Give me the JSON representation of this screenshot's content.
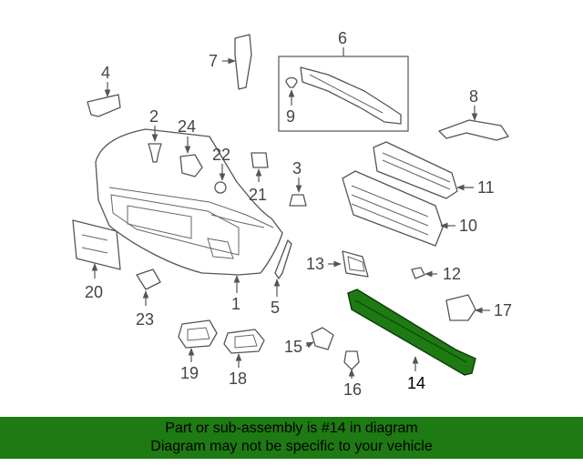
{
  "highlight_color": "#1e7a12",
  "callouts": {
    "c1": "1",
    "c2": "2",
    "c3": "3",
    "c4": "4",
    "c5": "5",
    "c6": "6",
    "c7": "7",
    "c8": "8",
    "c9": "9",
    "c10": "10",
    "c11": "11",
    "c12": "12",
    "c13": "13",
    "c14": "14",
    "c15": "15",
    "c16": "16",
    "c17": "17",
    "c18": "18",
    "c19": "19",
    "c20": "20",
    "c21": "21",
    "c22": "22",
    "c23": "23",
    "c24": "24"
  },
  "footer": {
    "line1": "Part or sub-assembly is #14 in diagram",
    "line2": "Diagram may not be specific to your vehicle"
  }
}
